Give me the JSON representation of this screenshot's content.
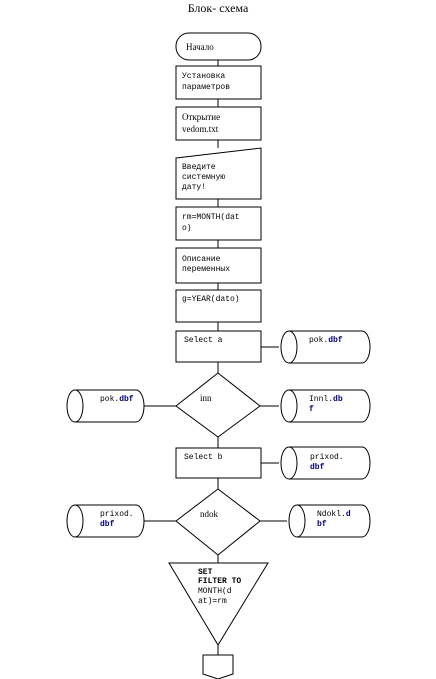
{
  "title": "Блок- схема",
  "blocks": {
    "start": "Начало",
    "params_1": "Установка",
    "params_2": "параметров",
    "open_1": "Открытие",
    "open_2": "vedom.txt",
    "input_1": "Введите",
    "input_2": "системную",
    "input_3": "дату!",
    "month_1": "rm=MONTH(dat",
    "month_2": "o)",
    "desc_1": "Описание",
    "desc_2": "переменных",
    "year": "g=YEAR(dato)",
    "select_a": "Select a",
    "decision_inn": "inn",
    "select_b": "Select b",
    "decision_ndok": "ndok",
    "filter_1": "SET",
    "filter_2": "FILTER TO",
    "filter_3": "MONTH(d",
    "filter_4": "at)=rm"
  },
  "files": {
    "pok_right_name": "pok.",
    "pok_right_ext": "dbf",
    "pok_left_name": "pok.",
    "pok_left_ext": "dbf",
    "innl_name": "Innl.",
    "innl_ext_1": "db",
    "innl_ext_2": "f",
    "prixod_right_name": "prixod.",
    "prixod_right_ext": "dbf",
    "prixod_left_name": "prixod.",
    "prixod_left_ext": "dbf",
    "ndokl_name": "Ndokl.",
    "ndokl_ext_1": "d",
    "ndokl_ext_2": "bf"
  }
}
